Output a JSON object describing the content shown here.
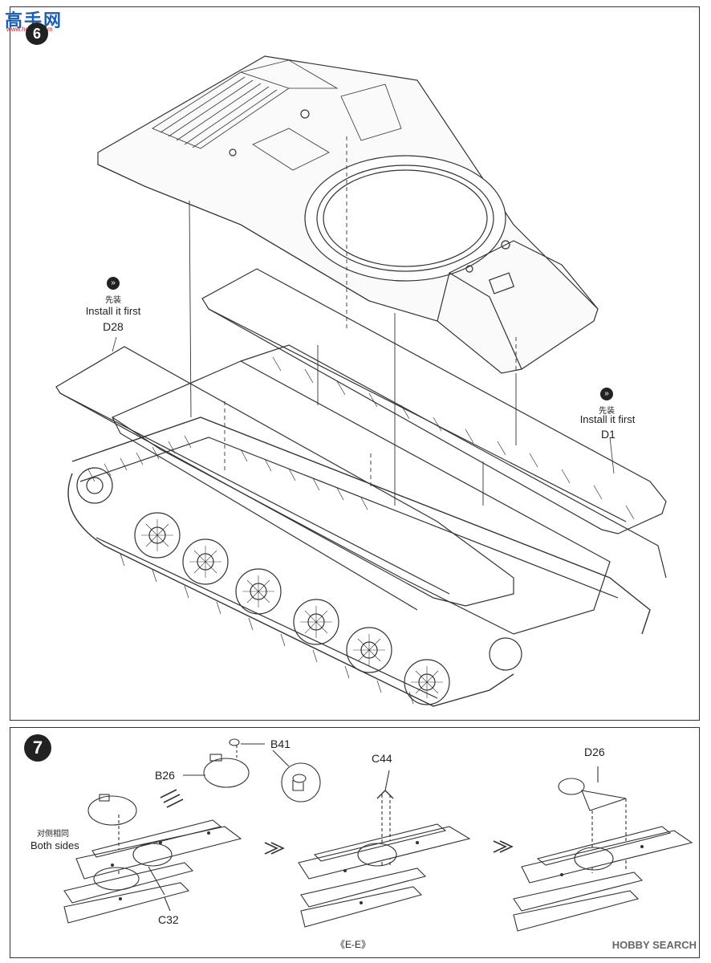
{
  "header": {
    "site_logo_text": "高手网",
    "site_logo_url": "www.hobby.com"
  },
  "step6": {
    "number": "6",
    "note_left": {
      "cn": "先装",
      "en": "Install it first",
      "part": "D28"
    },
    "note_right": {
      "cn": "先装",
      "en": "Install it first",
      "part": "D1"
    }
  },
  "step7": {
    "number": "7",
    "parts": {
      "b41": "B41",
      "b26": "B26",
      "c44": "C44",
      "d26": "D26",
      "c32": "C32"
    },
    "both_sides": {
      "cn": "对侧相同",
      "en": "Both sides"
    },
    "section": "《E-E》"
  },
  "footer": {
    "watermark": "HOBBY SEARCH"
  }
}
